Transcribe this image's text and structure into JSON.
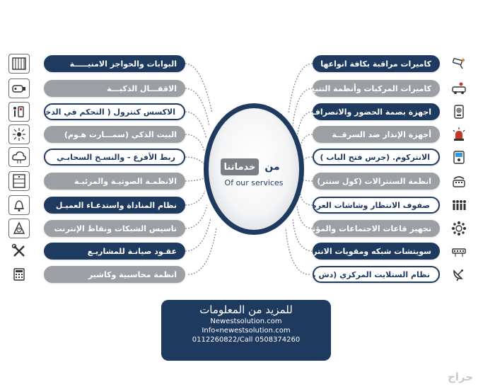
{
  "left_services": [
    {
      "label": "البوابات والحواجز الامنيـــــة",
      "style": "navy",
      "icon": "gate-barrier-icon"
    },
    {
      "label": "الاقفـــال الذكيـــة",
      "style": "gray",
      "icon": "smart-lock-icon"
    },
    {
      "label": "الاكسس كنترول ( التحكم في الدخول)",
      "style": "white",
      "icon": "access-control-icon"
    },
    {
      "label": "البيت الذكي (سمـــارت هـوم)",
      "style": "gray",
      "icon": "smart-home-icon"
    },
    {
      "label": "ربط الأفرع - والنسـخ السحابـي",
      "style": "white",
      "icon": "cloud-sync-icon"
    },
    {
      "label": "الانظمـة الصوتيـة والمرئيـة",
      "style": "gray",
      "icon": "audio-video-icon"
    },
    {
      "label": "نظام المناداة واستدعـاء العميـل",
      "style": "navy",
      "icon": "paging-bell-icon"
    },
    {
      "label": "تاسيس الشبكات ونقاط الإنترنت",
      "style": "gray",
      "icon": "network-clock-icon"
    },
    {
      "label": "عقـود صيانـة للمشاريـع",
      "style": "navy",
      "icon": "maintenance-tools-icon"
    },
    {
      "label": "انظمة محاسبية وكاشير",
      "style": "gray",
      "icon": "cashier-icon"
    }
  ],
  "right_services": [
    {
      "label": "كاميرات مراقبة بكافة انواعها",
      "style": "navy",
      "icon": "cctv-camera-icon"
    },
    {
      "label": "كاميرات المركبات وأنظمة التتبع GPS",
      "style": "gray",
      "icon": "vehicle-gps-icon"
    },
    {
      "label": "اجهزة بصمة الحضور والانصراف",
      "style": "navy",
      "icon": "fingerprint-device-icon"
    },
    {
      "label": "أجهزة الإنذار ضد السرقــة",
      "style": "gray",
      "icon": "alarm-siren-icon"
    },
    {
      "label": "الانتركوم.  (جرس فتح الباب )",
      "style": "white",
      "icon": "intercom-icon"
    },
    {
      "label": "انظمة السنترالات (كول سنتر)",
      "style": "gray",
      "icon": "pbx-phone-icon"
    },
    {
      "label": "صفوف الانتظار وشاشات العرض الإعلانات",
      "style": "white",
      "icon": "queue-people-icon"
    },
    {
      "label": "تجهيز قاعات الاجتماعات والمؤتمرات",
      "style": "gray",
      "icon": "conference-room-icon"
    },
    {
      "label": "سويتشات شبكه ومقويات الانترنت",
      "style": "navy",
      "icon": "network-switch-icon"
    },
    {
      "label": "نظام الستلايت المركزي (دش مركزي)",
      "style": "white",
      "icon": "satellite-dish-icon"
    }
  ],
  "center": {
    "badge": "خدماتنا",
    "prefix": "من",
    "subtitle": "Of our services"
  },
  "contact": {
    "heading": "للمزيد من المعلومات",
    "website": "Newestsolution.com",
    "email": "Info«newestsolution.com",
    "phones": "0112260822/Call 0508374260"
  },
  "watermark": "حراج",
  "colors": {
    "navy": "#1f3a5f",
    "gray": "#9c9fa3",
    "white": "#ffffff",
    "connector": "#8a8d91"
  }
}
